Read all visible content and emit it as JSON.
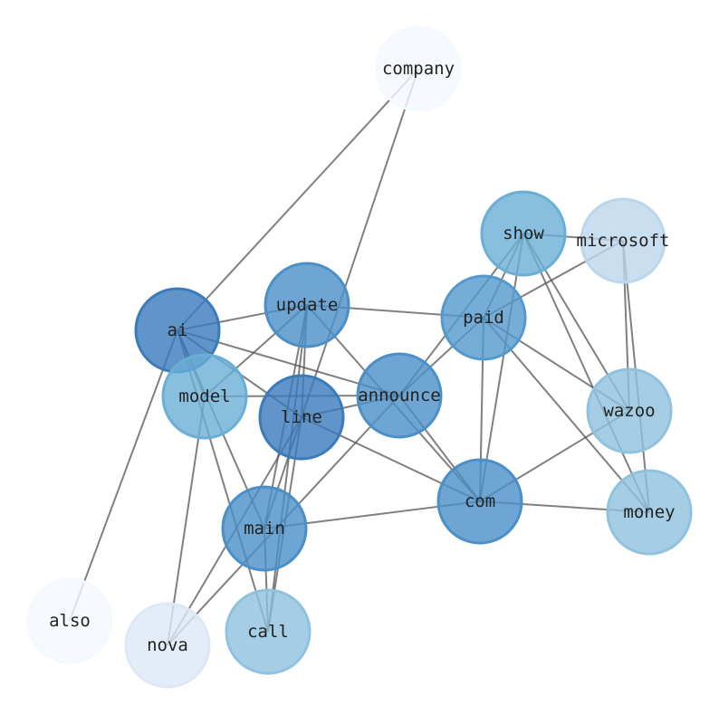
{
  "title": "Word co-occurrence network",
  "nodes": [
    {
      "id": "company",
      "label": "company",
      "color": "#f4f9fe"
    },
    {
      "id": "show",
      "label": "show",
      "color": "#6aaed6"
    },
    {
      "id": "microsoft",
      "label": "microsoft",
      "color": "#bcd6ea"
    },
    {
      "id": "update",
      "label": "update",
      "color": "#4a8fc8"
    },
    {
      "id": "paid",
      "label": "paid",
      "color": "#5499cd"
    },
    {
      "id": "ai",
      "label": "ai",
      "color": "#3a7bbb"
    },
    {
      "id": "model",
      "label": "model",
      "color": "#6aaed6"
    },
    {
      "id": "announce",
      "label": "announce",
      "color": "#4a8fc8"
    },
    {
      "id": "line",
      "label": "line",
      "color": "#3a7bbb"
    },
    {
      "id": "wazoo",
      "label": "wazoo",
      "color": "#8fc2df"
    },
    {
      "id": "com",
      "label": "com",
      "color": "#4a8fc8"
    },
    {
      "id": "money",
      "label": "money",
      "color": "#8fc2df"
    },
    {
      "id": "main",
      "label": "main",
      "color": "#4a8fc8"
    },
    {
      "id": "also",
      "label": "also",
      "color": "#f4f9fe"
    },
    {
      "id": "nova",
      "label": "nova",
      "color": "#dde8f5"
    },
    {
      "id": "call",
      "label": "call",
      "color": "#8fc2df"
    }
  ],
  "edges": [
    [
      "company",
      "ai"
    ],
    [
      "company",
      "line"
    ],
    [
      "show",
      "microsoft"
    ],
    [
      "show",
      "paid"
    ],
    [
      "show",
      "announce"
    ],
    [
      "show",
      "com"
    ],
    [
      "show",
      "wazoo"
    ],
    [
      "show",
      "money"
    ],
    [
      "paid",
      "update"
    ],
    [
      "paid",
      "microsoft"
    ],
    [
      "paid",
      "wazoo"
    ],
    [
      "paid",
      "money"
    ],
    [
      "paid",
      "com"
    ],
    [
      "paid",
      "announce"
    ],
    [
      "microsoft",
      "wazoo"
    ],
    [
      "microsoft",
      "money"
    ],
    [
      "wazoo",
      "com"
    ],
    [
      "com",
      "money"
    ],
    [
      "update",
      "com"
    ],
    [
      "line",
      "com"
    ],
    [
      "announce",
      "com"
    ],
    [
      "main",
      "com"
    ],
    [
      "ai",
      "update"
    ],
    [
      "ai",
      "announce"
    ],
    [
      "ai",
      "line"
    ],
    [
      "ai",
      "model"
    ],
    [
      "ai",
      "main"
    ],
    [
      "ai",
      "call"
    ],
    [
      "ai",
      "also"
    ],
    [
      "model",
      "announce"
    ],
    [
      "model",
      "update"
    ],
    [
      "model",
      "nova"
    ],
    [
      "line",
      "announce"
    ],
    [
      "line",
      "main"
    ],
    [
      "line",
      "call"
    ],
    [
      "line",
      "nova"
    ],
    [
      "update",
      "main"
    ],
    [
      "update",
      "call"
    ],
    [
      "update",
      "line"
    ],
    [
      "announce",
      "nova"
    ],
    [
      "main",
      "call"
    ]
  ]
}
